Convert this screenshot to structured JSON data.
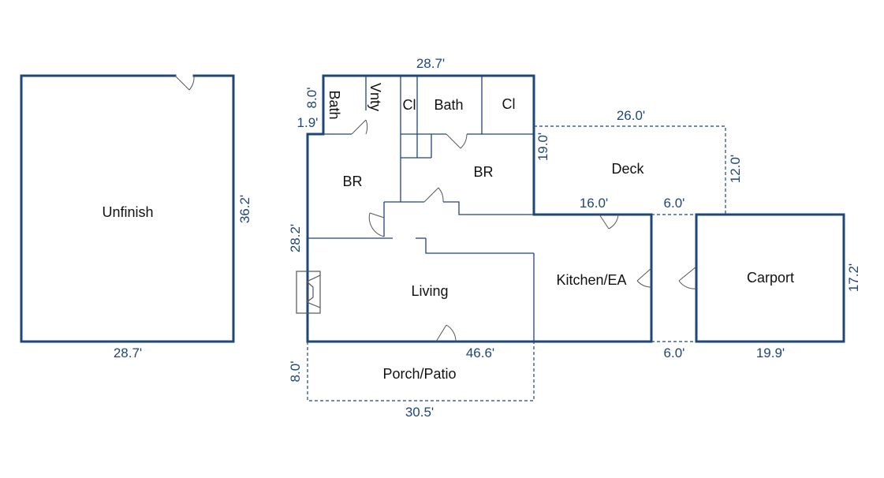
{
  "colors": {
    "wall": "#1f4678",
    "dimension_text": "#1f4678",
    "room_text": "#111111",
    "background": "#ffffff"
  },
  "rooms": {
    "unfinish": "Unfinish",
    "bath_small": "Bath",
    "vnty": "Vnty",
    "cl_left": "Cl",
    "bath_main": "Bath",
    "cl_right": "Cl",
    "br_left": "BR",
    "br_right": "BR",
    "deck": "Deck",
    "living": "Living",
    "kitchen": "Kitchen/EA",
    "carport": "Carport",
    "porch": "Porch/Patio"
  },
  "dimensions": {
    "unfinish_bottom": "28.7'",
    "unfinish_right": "36.2'",
    "house_top": "28.7'",
    "bath_height": "8.0'",
    "bath_offset": "1.9'",
    "house_left": "28.2'",
    "deck_width": "26.0'",
    "deck_left": "19.0'",
    "deck_right": "12.0'",
    "kitchen_top": "16.0'",
    "breezeway_top": "6.0'",
    "house_bottom": "46.6'",
    "breezeway_bottom": "6.0'",
    "carport_bottom": "19.9'",
    "carport_right": "17.2'",
    "porch_left": "8.0'",
    "porch_bottom": "30.5'"
  }
}
